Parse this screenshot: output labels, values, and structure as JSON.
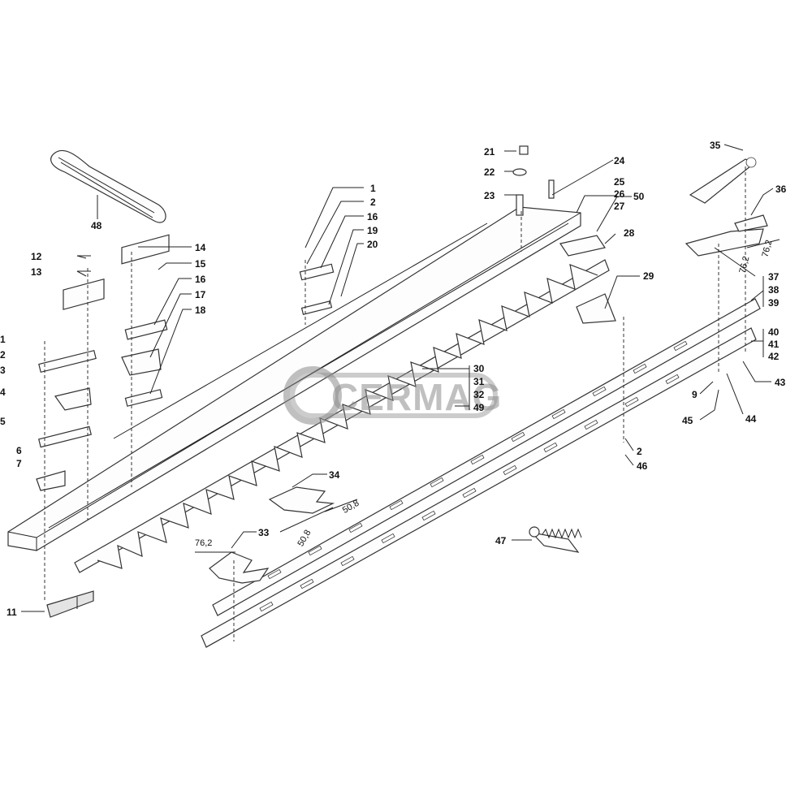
{
  "watermark": "CERMAG",
  "labels": {
    "l1": "1",
    "l2": "2",
    "l16a": "16",
    "l19": "19",
    "l20": "20",
    "l12": "12",
    "l13": "13",
    "l14": "14",
    "l15": "15",
    "l16b": "16",
    "l17": "17",
    "l18": "18",
    "l48": "48",
    "l21": "21",
    "l22": "22",
    "l23": "23",
    "l24": "24",
    "l25": "25",
    "l26": "26",
    "l27": "27",
    "l50": "50",
    "l28": "28",
    "l29": "29",
    "l30": "30",
    "l31": "31",
    "l32": "32",
    "l49": "49",
    "l35": "35",
    "l36": "36",
    "l37": "37",
    "l38": "38",
    "l39": "39",
    "l40": "40",
    "l41": "41",
    "l42": "42",
    "l43": "43",
    "l44": "44",
    "l9": "9",
    "l45": "45",
    "l2b": "2",
    "l46": "46",
    "l47": "47",
    "l34": "34",
    "l33": "33",
    "l11": "11",
    "lL1": "1",
    "lL2": "2",
    "lL3": "3",
    "lL4": "4",
    "lL5": "5",
    "lL6": "6",
    "lL7": "7"
  },
  "dimensions": {
    "d76a": "76,2",
    "d76b": "76,2",
    "d76c": "76,2",
    "d508a": "50,8",
    "d508b": "50,8"
  }
}
